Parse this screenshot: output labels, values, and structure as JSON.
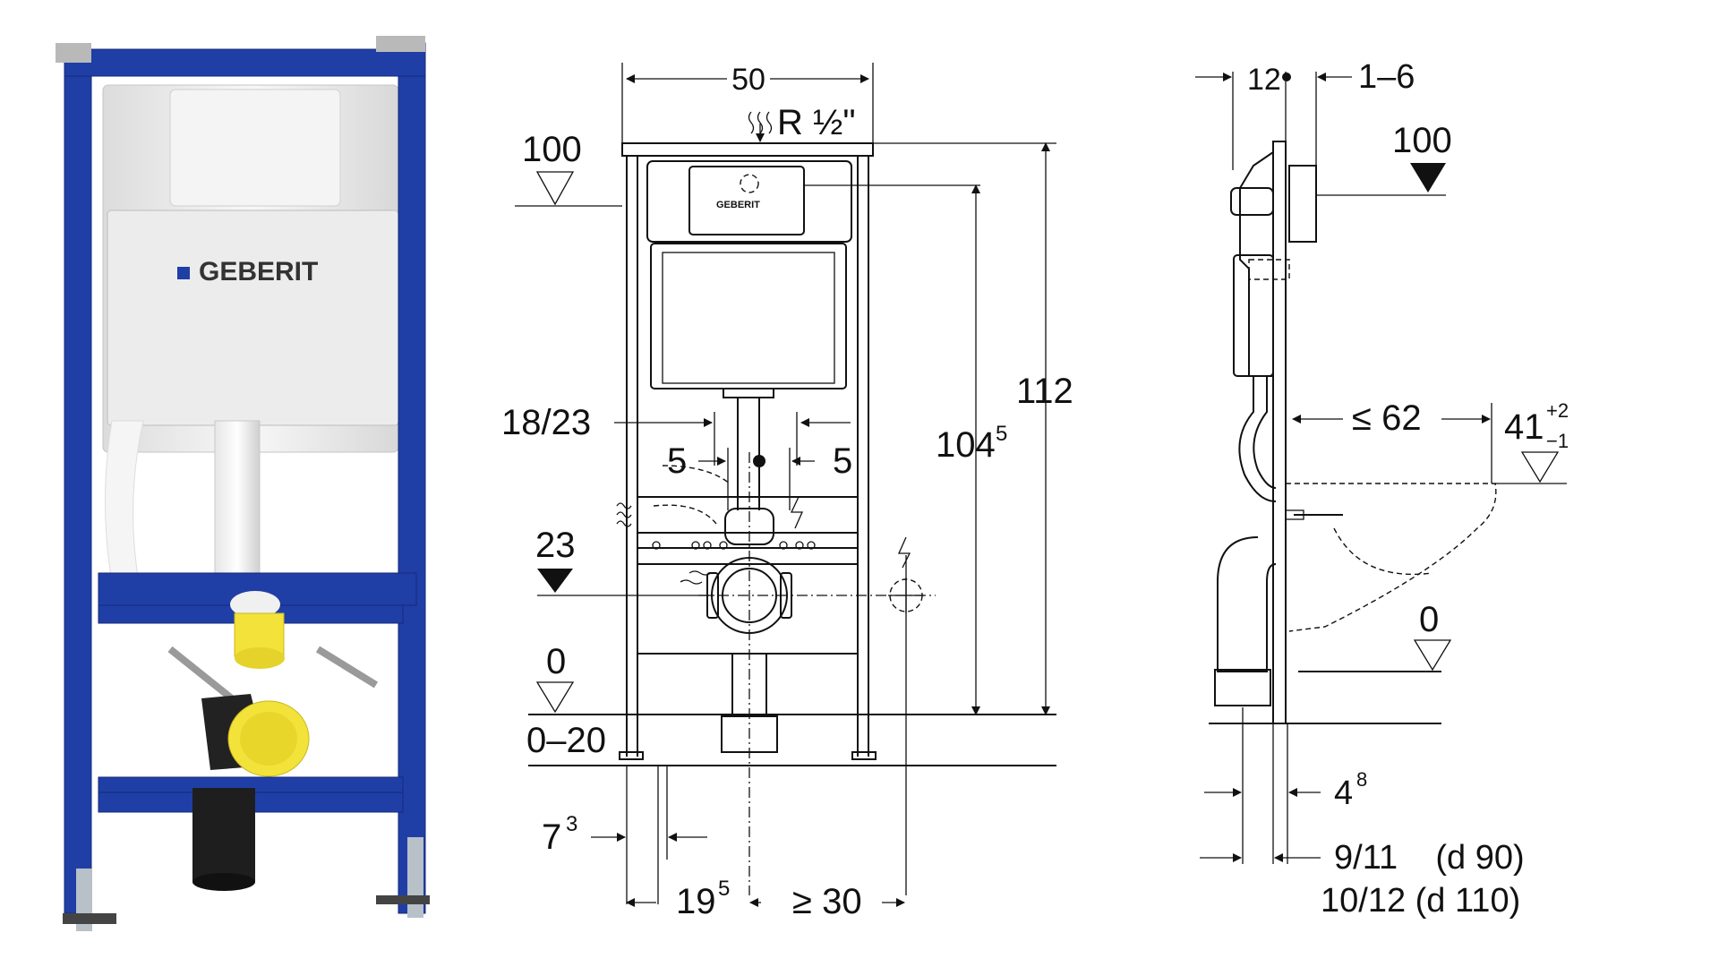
{
  "photo": {
    "brand_label": "GEBERIT",
    "frame_color": "#1f3fa6",
    "cap_color": "#f3e23a",
    "panel_color": "#f2f2f2"
  },
  "front_view": {
    "width_top": "50",
    "water_connection": "R ½\"",
    "level_top": "100",
    "height_total": "112",
    "height_inner": "104",
    "height_inner_sup": "5",
    "drain_spacing": "18/23",
    "offset_left": "5",
    "offset_right": "5",
    "level_drain": "23",
    "level_floor": "0",
    "floor_range": "0–20",
    "leg_offset": "7",
    "leg_offset_sup": "3",
    "bottom_left": "19",
    "bottom_left_sup": "5",
    "bottom_right": "≥ 30"
  },
  "side_view": {
    "depth_top": "12",
    "gap_top": "1–6",
    "level_top": "100",
    "projection": "≤ 62",
    "rim_height": "41",
    "rim_tol_plus": "+2",
    "rim_tol_minus": "−1",
    "level_floor": "0",
    "foot_depth": "4",
    "foot_depth_sup": "8",
    "pipe_d90": "9/11    (d 90)",
    "pipe_d110": "10/12 (d 110)"
  }
}
